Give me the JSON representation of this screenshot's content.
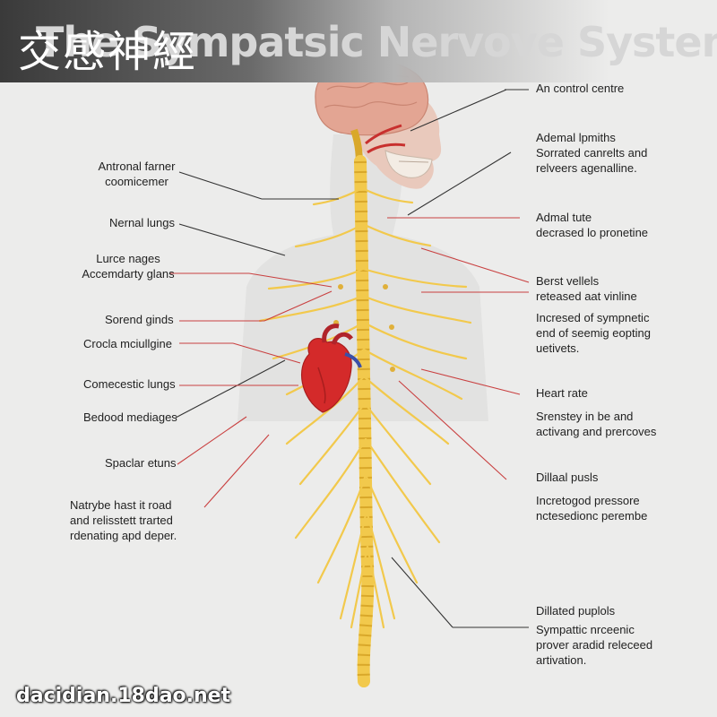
{
  "header": {
    "title_cn": "交感神經",
    "title_en": "The Sympatsic Nervove System"
  },
  "labels_left": [
    {
      "id": "antronal",
      "lines": [
        "Antronal farner",
        "coomicemer"
      ]
    },
    {
      "id": "nernal-lungs",
      "lines": [
        "Nernal lungs"
      ]
    },
    {
      "id": "lurce-nages",
      "lines": [
        "Lurce nages",
        "Accemdarty glans"
      ]
    },
    {
      "id": "sorend-ginds",
      "lines": [
        "Sorend ginds"
      ]
    },
    {
      "id": "crocla",
      "lines": [
        "Crocla mciullgine"
      ]
    },
    {
      "id": "comecestic",
      "lines": [
        "Comecestic lungs"
      ]
    },
    {
      "id": "bedood",
      "lines": [
        "Bedood mediages"
      ]
    },
    {
      "id": "spaclar",
      "lines": [
        "Spaclar etuns"
      ]
    },
    {
      "id": "natrybe",
      "lines": [
        "Natrybe hast it road",
        "and relisstett trarted",
        "rdenating apd deper."
      ]
    }
  ],
  "labels_right": [
    {
      "id": "control-centre",
      "lines": [
        "An control centre"
      ]
    },
    {
      "id": "ademal",
      "lines": [
        "Ademal lpmiths",
        "Sorrated canrelts and",
        "relveers agenalline."
      ]
    },
    {
      "id": "admal-tute",
      "lines": [
        "Admal tute",
        "decrased lo pronetine"
      ]
    },
    {
      "id": "berst-vellels",
      "lines": [
        "Berst vellels",
        "reteased aat vinline"
      ]
    },
    {
      "id": "incresed",
      "lines": [
        "Incresed of sympnetic",
        "end of seemig eopting",
        "uetivets."
      ]
    },
    {
      "id": "heart-rate",
      "lines": [
        "Heart rate"
      ]
    },
    {
      "id": "srenstey",
      "lines": [
        "Srenstey in be and",
        "activang and prercoves"
      ]
    },
    {
      "id": "dillaal",
      "lines": [
        "Dillaal pusls"
      ]
    },
    {
      "id": "incretogod",
      "lines": [
        "Incretogod pressore",
        "nctesedionc perembe"
      ]
    },
    {
      "id": "dillated",
      "lines": [
        "Dillated puplols"
      ]
    },
    {
      "id": "sympattic",
      "lines": [
        "Sympattic nrceenic",
        "prover aradid releceed",
        "artivation."
      ]
    }
  ],
  "watermark": "dacidian.18dao.net",
  "colors": {
    "background": "#ececeb",
    "nerve": "#f2c94c",
    "nerve_dark": "#d9a82a",
    "brain": "#e3a593",
    "heart": "#d42a2a",
    "pointer_red": "#c94040",
    "pointer_dark": "#333333"
  }
}
